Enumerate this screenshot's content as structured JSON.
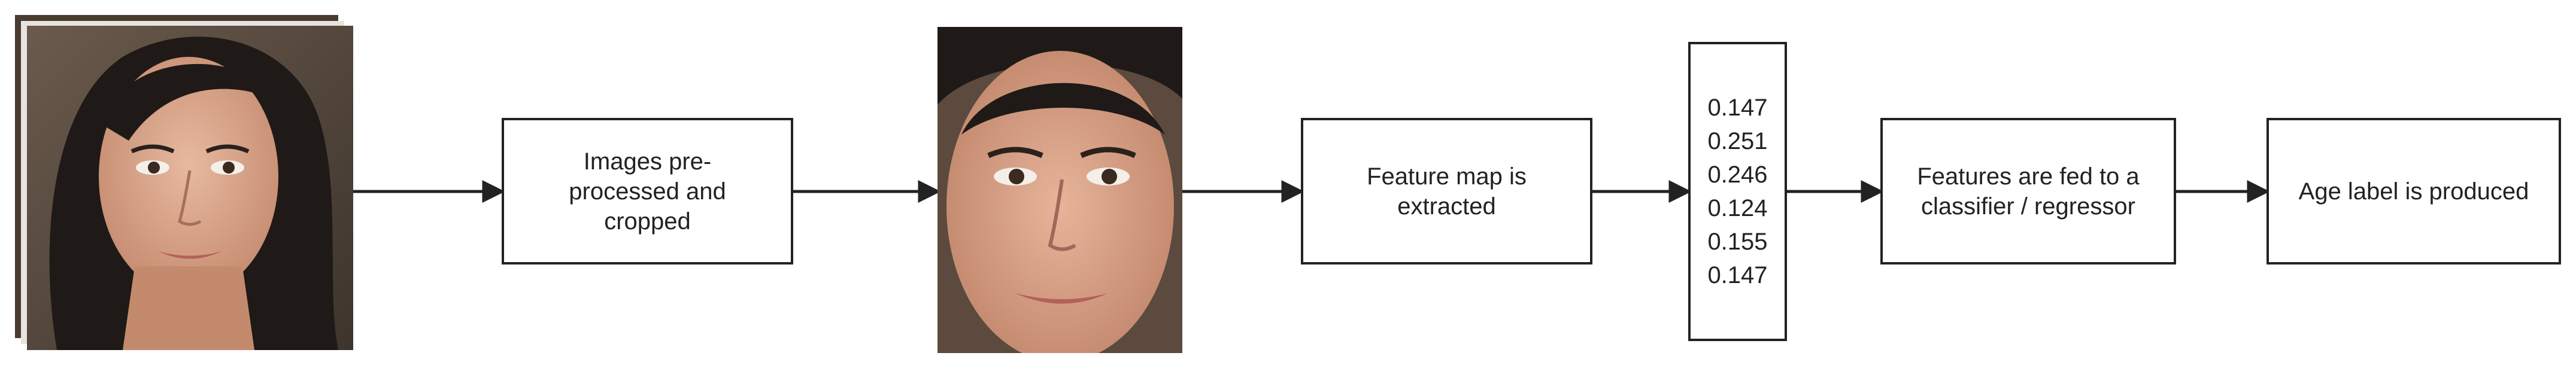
{
  "steps": {
    "preprocess": "Images pre-\nprocessed and\ncropped",
    "extract": "Feature map is\nextracted",
    "classify": "Features are fed to a\nclassifier / regressor",
    "output": "Age label is produced"
  },
  "feature_vector": [
    "0.147",
    "0.251",
    "0.246",
    "0.124",
    "0.155",
    "0.147"
  ],
  "images": {
    "input": "input-face-photo-stack",
    "cropped": "cropped-face-photo"
  },
  "colors": {
    "line": "#222222",
    "box_fill": "#ffffff"
  }
}
